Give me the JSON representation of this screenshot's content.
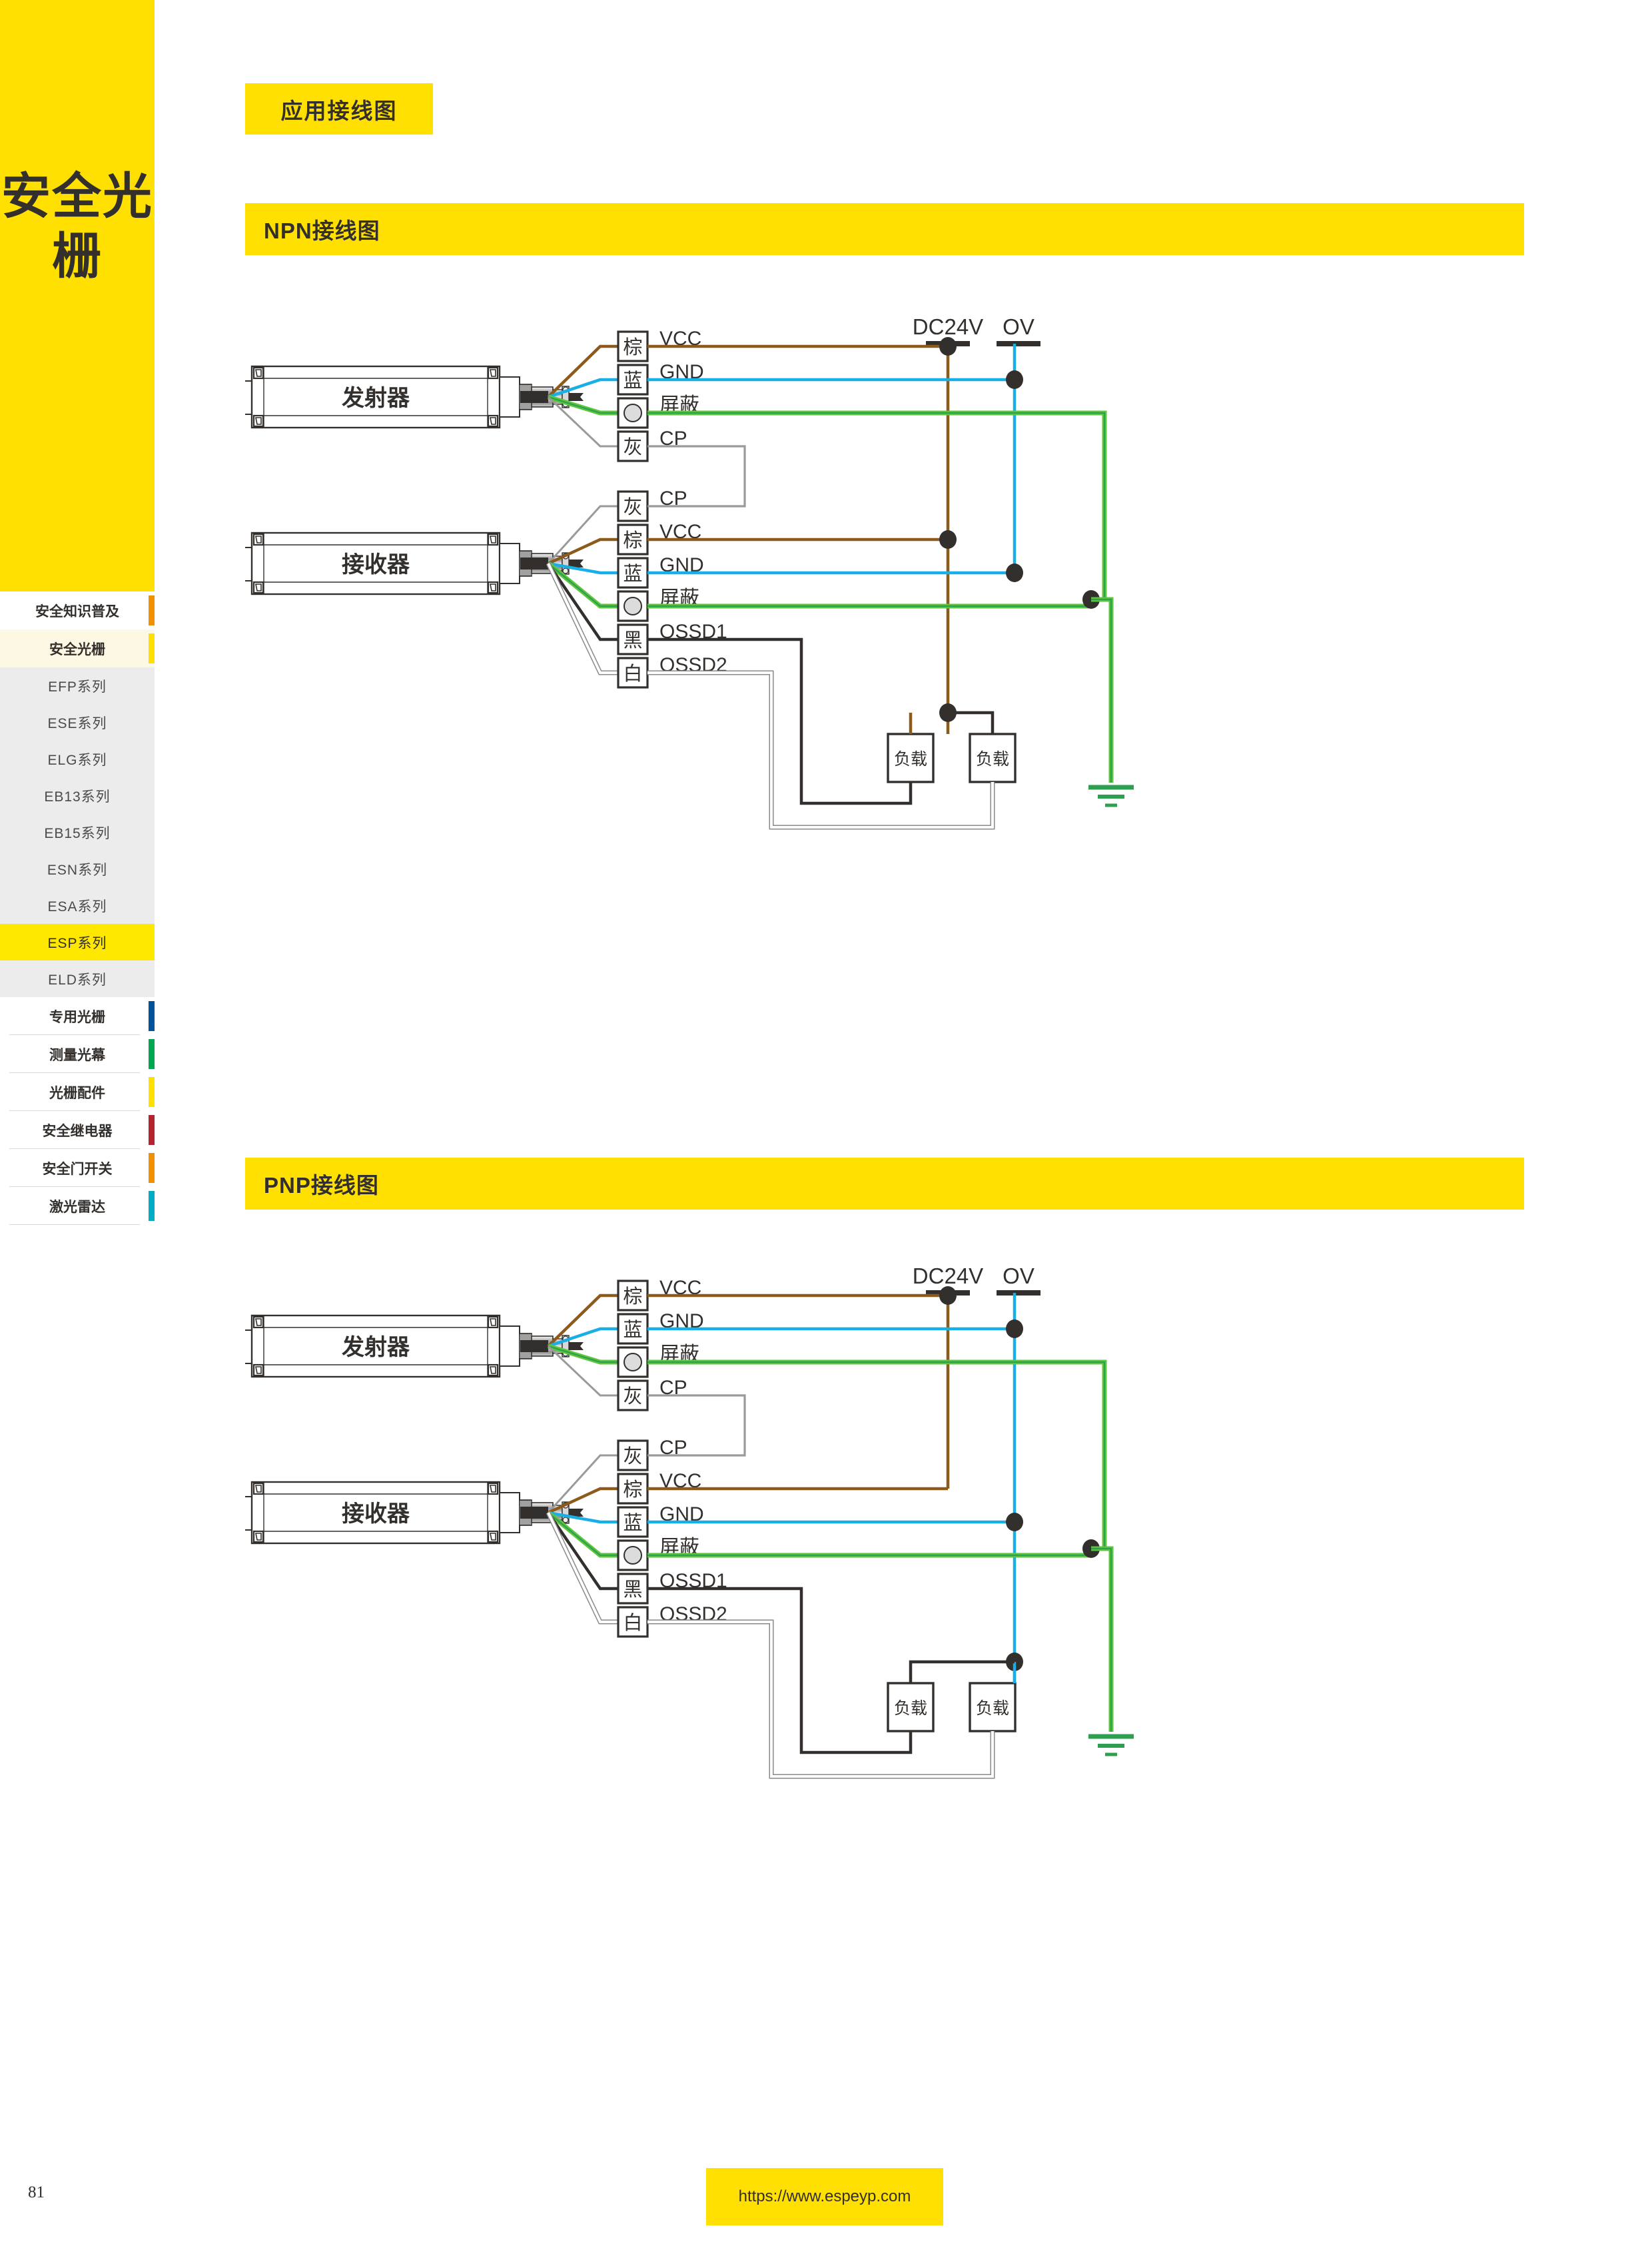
{
  "sidebar": {
    "banner_title": "安全光栅",
    "items": [
      {
        "label": "安全知识普及",
        "type": "main",
        "accent": "#F29100",
        "active": false
      },
      {
        "label": "安全光栅",
        "type": "main",
        "accent": "#FFE000",
        "active": true
      },
      {
        "label": "EFP系列",
        "type": "sub",
        "accent": "",
        "active": false
      },
      {
        "label": "ESE系列",
        "type": "sub",
        "accent": "",
        "active": false
      },
      {
        "label": "ELG系列",
        "type": "sub",
        "accent": "",
        "active": false
      },
      {
        "label": "EB13系列",
        "type": "sub",
        "accent": "",
        "active": false
      },
      {
        "label": "EB15系列",
        "type": "sub",
        "accent": "",
        "active": false
      },
      {
        "label": "ESN系列",
        "type": "sub",
        "accent": "",
        "active": false
      },
      {
        "label": "ESA系列",
        "type": "sub",
        "accent": "",
        "active": false
      },
      {
        "label": "ESP系列",
        "type": "sub",
        "accent": "",
        "active": true
      },
      {
        "label": "ELD系列",
        "type": "sub",
        "accent": "",
        "active": false
      },
      {
        "label": "专用光栅",
        "type": "main",
        "accent": "#00529B",
        "active": false
      },
      {
        "label": "测量光幕",
        "type": "main",
        "accent": "#00A650",
        "active": false
      },
      {
        "label": "光栅配件",
        "type": "main",
        "accent": "#FFE000",
        "active": false
      },
      {
        "label": "安全继电器",
        "type": "main",
        "accent": "#B5232E",
        "active": false
      },
      {
        "label": "安全门开关",
        "type": "main",
        "accent": "#F29100",
        "active": false
      },
      {
        "label": "激光雷达",
        "type": "main",
        "accent": "#00ACC1",
        "active": false
      }
    ]
  },
  "page": {
    "tag_label": "应用接线图",
    "section_npn": "NPN接线图",
    "section_pnp": "PNP接线图"
  },
  "diagram": {
    "emitter_label": "发射器",
    "receiver_label": "接收器",
    "load_label": "负载",
    "rail_dc": "DC24V",
    "rail_0v": "OV",
    "emitter_wires": [
      {
        "color_label": "棕",
        "signal": "VCC",
        "wire": "#8C5A1B"
      },
      {
        "color_label": "蓝",
        "signal": "GND",
        "wire": "#18AEE6"
      },
      {
        "color_label": "",
        "signal": "屏蔽",
        "wire": "#5CC63D"
      },
      {
        "color_label": "灰",
        "signal": "CP",
        "wire": "#9A9A9A"
      }
    ],
    "receiver_wires": [
      {
        "color_label": "灰",
        "signal": "CP",
        "wire": "#9A9A9A"
      },
      {
        "color_label": "棕",
        "signal": "VCC",
        "wire": "#8C5A1B"
      },
      {
        "color_label": "蓝",
        "signal": "GND",
        "wire": "#18AEE6"
      },
      {
        "color_label": "",
        "signal": "屏蔽",
        "wire": "#5CC63D"
      },
      {
        "color_label": "黑",
        "signal": "OSSD1",
        "wire": "#332f2c"
      },
      {
        "color_label": "白",
        "signal": "OSSD2",
        "wire": "#BDBDBD"
      }
    ]
  },
  "footer": {
    "page_number": "81",
    "url": "https://www.espeyp.com"
  },
  "colors": {
    "brand_yellow": "#FFE000",
    "highlight_yellow": "#FFE800",
    "ink": "#332f2c",
    "wire_brown": "#8C5A1B",
    "wire_blue": "#18AEE6",
    "wire_green": "#5CC63D",
    "wire_gray": "#9A9A9A",
    "wire_black": "#332f2c",
    "wire_white": "#BDBDBD",
    "earth_green": "#2E9E4F"
  }
}
